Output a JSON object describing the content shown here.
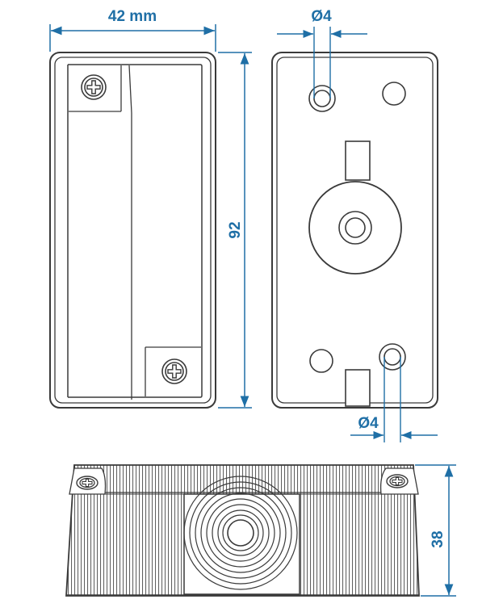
{
  "colors": {
    "outline": "#3a3a3a",
    "dimension": "#1f6fa6",
    "background": "#ffffff"
  },
  "dimensions": {
    "width": "42 mm",
    "height": "92",
    "hole_top": "Ø4",
    "hole_bottom": "Ø4",
    "depth": "38"
  },
  "icons": [
    "phillips-screw-icon"
  ]
}
